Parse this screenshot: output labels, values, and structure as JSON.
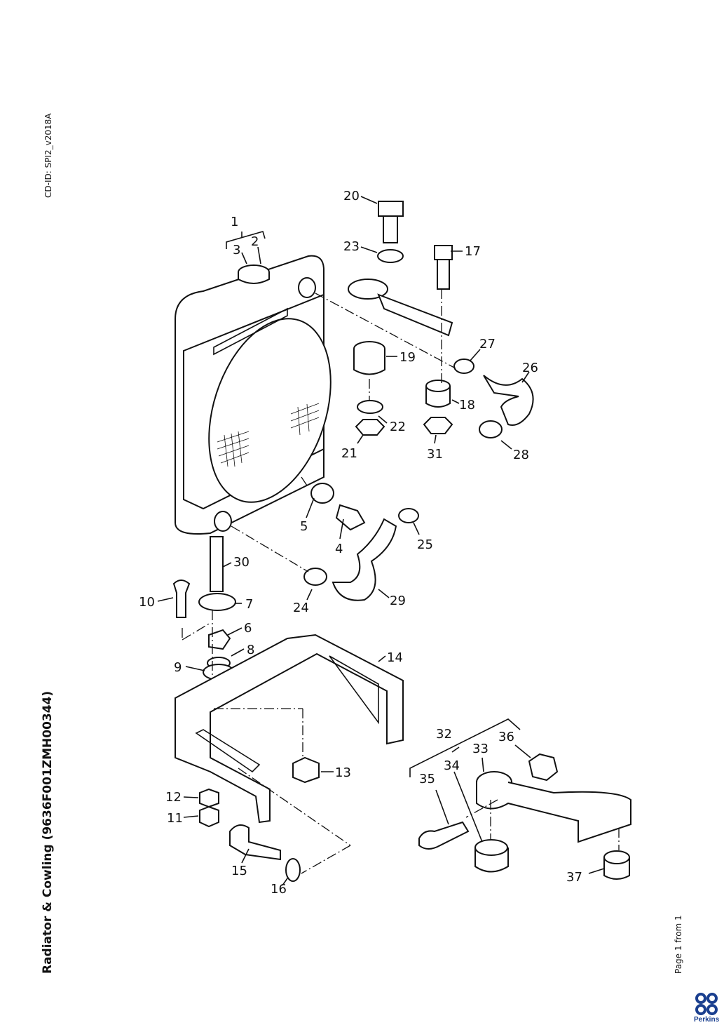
{
  "header": {
    "doc_id": "CD-ID: SPI2_v2018A"
  },
  "title": "Radiator & Cowling (9636F001ZMH00344)",
  "footer": {
    "page": "Page 1 from 1",
    "brand": "Perkins"
  },
  "callouts": [
    "1",
    "2",
    "3",
    "4",
    "5",
    "6",
    "7",
    "8",
    "9",
    "10",
    "11",
    "12",
    "13",
    "14",
    "15",
    "16",
    "17",
    "18",
    "19",
    "20",
    "21",
    "22",
    "23",
    "24",
    "25",
    "26",
    "27",
    "28",
    "29",
    "30",
    "31",
    "32",
    "33",
    "34",
    "35",
    "36",
    "37"
  ],
  "colors": {
    "logo": "#1a3f8f",
    "line": "#111111"
  }
}
